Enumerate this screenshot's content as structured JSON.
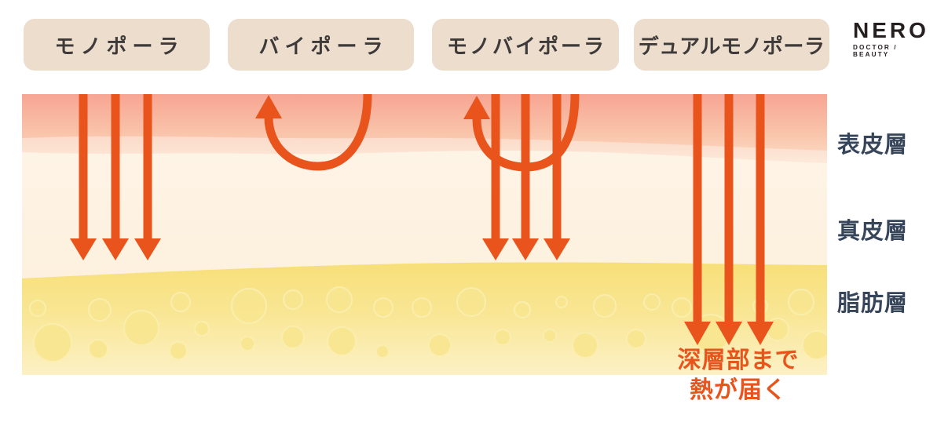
{
  "logo": {
    "name": "NERO",
    "tagline": "DOCTOR / BEAUTY"
  },
  "electrode_types": [
    {
      "label": "モノポーラ"
    },
    {
      "label": "バイポーラ"
    },
    {
      "label": "モノバイポーラ"
    },
    {
      "label": "デュアルモノポーラ"
    }
  ],
  "skin_layers": [
    {
      "label": "表皮層"
    },
    {
      "label": "真皮層"
    },
    {
      "label": "脂肪層"
    }
  ],
  "annotation": {
    "line1": "深層部まで",
    "line2": "熱が届く"
  },
  "colors": {
    "arrow": "#E8541C",
    "label_box_bg": "#ECDDCD",
    "label_box_text": "#3E3A39",
    "layer_label_text": "#36455A",
    "annotation_text": "#E8541C",
    "logo_text": "#251F20",
    "epidermis_top": "#F7A593",
    "epidermis_bottom": "#FBDEC6",
    "dermis": "#FDF3E3",
    "fat_top": "#F7DF78",
    "fat_bottom": "#FCF1C6"
  }
}
